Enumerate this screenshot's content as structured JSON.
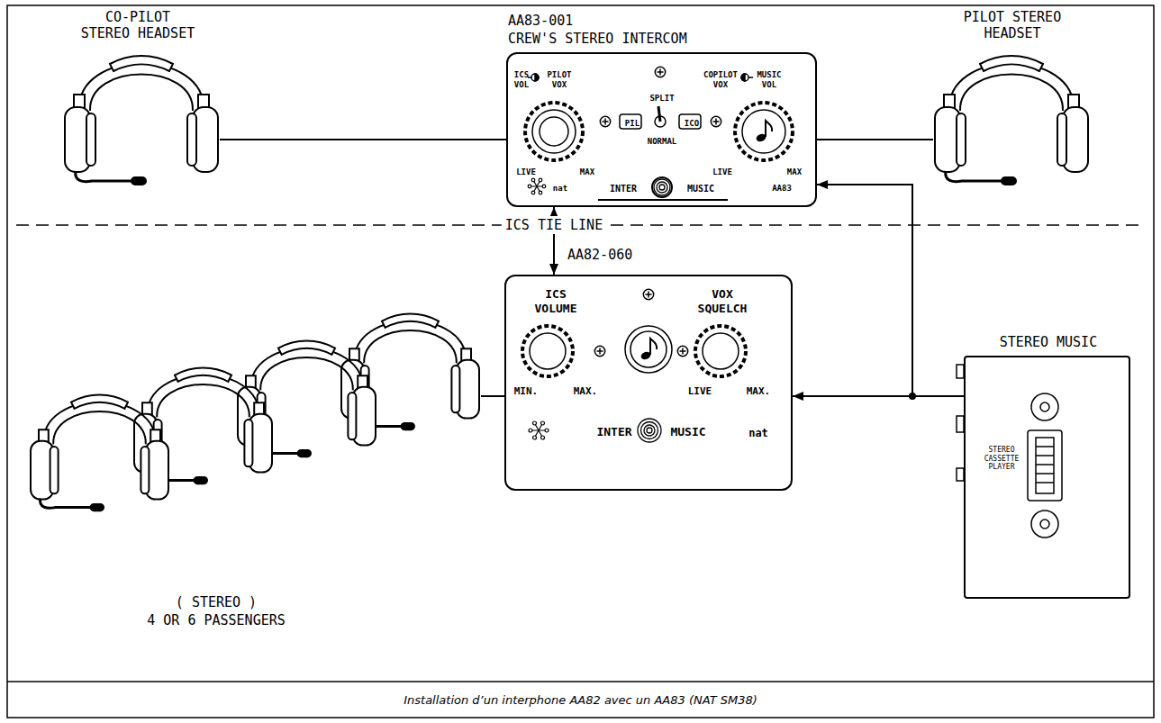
{
  "diagram": {
    "caption": "Installation d’un interphone AA82 avec un AA83 (NAT SM38)",
    "nodes": [
      {
        "text": [
          "CO-PILOT STEREO HEADSET"
        ]
      },
      {
        "text": [
          "AA83-001",
          "CREW'S STEREO INTERCOM",
          "ICS VOL",
          "PILOT VOX",
          "COPILOT VOX",
          "MUSIC VOL",
          "SPLIT",
          "PIL",
          "ICO",
          "NORMAL",
          "LIVE",
          "MAX",
          "LIVE",
          "MAX",
          "nat",
          "INTER",
          "MUSIC",
          "AA83"
        ]
      },
      {
        "text": [
          "PILOT STEREO HEADSET"
        ]
      },
      {
        "text": [
          "AA82-060",
          "ICS VOLUME",
          "VOX SQUELCH",
          "MIN.",
          "MAX.",
          "LIVE",
          "MAX.",
          "INTER",
          "MUSIC",
          "nat"
        ]
      },
      {
        "text": [
          "( STEREO )",
          "4 OR 6 PASSENGERS"
        ]
      },
      {
        "text": [
          "STEREO MUSIC",
          "STEREO CASSETTE PLAYER"
        ]
      }
    ],
    "edges": [
      {
        "from": 0,
        "to": 1,
        "arrow": "none"
      },
      {
        "from": 1,
        "to": 2,
        "arrow": "none"
      },
      {
        "from": 1,
        "to": 3,
        "label": "ICS TIE LINE",
        "arrow": "both"
      },
      {
        "from": 4,
        "to": 3,
        "arrow": "none"
      },
      {
        "from": 5,
        "to": 3,
        "arrow": "to"
      },
      {
        "from": 5,
        "to": 1,
        "arrow": "to"
      }
    ]
  }
}
